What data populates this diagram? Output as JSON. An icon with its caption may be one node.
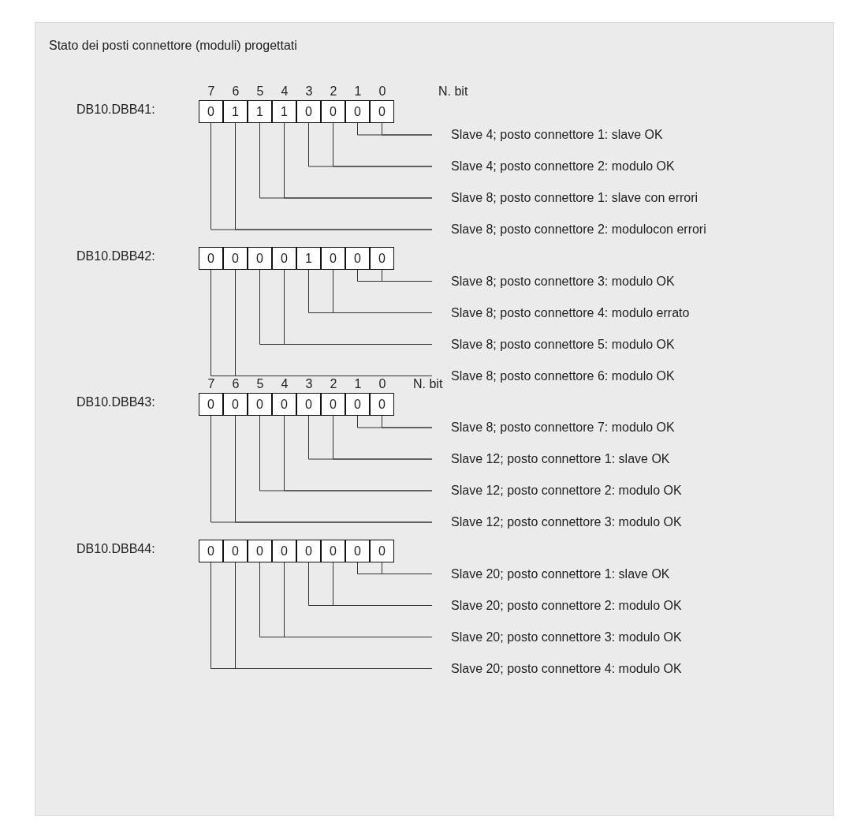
{
  "diagram": {
    "title": "Stato dei posti connettore (moduli) progettati",
    "nodes": [
      {
        "text": [
          "0"
        ]
      },
      {
        "text": [
          "1"
        ]
      },
      {
        "text": [
          "1"
        ]
      },
      {
        "text": [
          "1"
        ]
      },
      {
        "text": [
          "0"
        ]
      },
      {
        "text": [
          "0"
        ]
      },
      {
        "text": [
          "0"
        ]
      },
      {
        "text": [
          "0"
        ]
      },
      {
        "text": [
          "Slave 4; posto connettore 1: slave OK"
        ]
      },
      {
        "text": [
          "Slave 4; posto connettore 2: modulo OK"
        ]
      },
      {
        "text": [
          "Slave 8; posto connettore 1: slave con errori"
        ]
      },
      {
        "text": [
          "Slave 8; posto connettore 2: modulocon errori"
        ]
      },
      {
        "text": [
          "0"
        ]
      },
      {
        "text": [
          "0"
        ]
      },
      {
        "text": [
          "0"
        ]
      },
      {
        "text": [
          "0"
        ]
      },
      {
        "text": [
          "1"
        ]
      },
      {
        "text": [
          "0"
        ]
      },
      {
        "text": [
          "0"
        ]
      },
      {
        "text": [
          "0"
        ]
      },
      {
        "text": [
          "Slave 8; posto connettore 3: modulo OK"
        ]
      },
      {
        "text": [
          "Slave 8; posto connettore 4: modulo errato"
        ]
      },
      {
        "text": [
          "Slave 8; posto connettore 5: modulo OK"
        ]
      },
      {
        "text": [
          "Slave 8; posto connettore 6: modulo OK"
        ]
      },
      {
        "text": [
          "0"
        ]
      },
      {
        "text": [
          "0"
        ]
      },
      {
        "text": [
          "0"
        ]
      },
      {
        "text": [
          "0"
        ]
      },
      {
        "text": [
          "0"
        ]
      },
      {
        "text": [
          "0"
        ]
      },
      {
        "text": [
          "0"
        ]
      },
      {
        "text": [
          "0"
        ]
      },
      {
        "text": [
          "Slave 8; posto connettore 7: modulo OK"
        ]
      },
      {
        "text": [
          "Slave 12; posto connettore 1: slave OK"
        ]
      },
      {
        "text": [
          "Slave 12; posto connettore 2: modulo OK"
        ]
      },
      {
        "text": [
          "Slave 12; posto connettore 3: modulo OK"
        ]
      },
      {
        "text": [
          "0"
        ]
      },
      {
        "text": [
          "0"
        ]
      },
      {
        "text": [
          "0"
        ]
      },
      {
        "text": [
          "0"
        ]
      },
      {
        "text": [
          "0"
        ]
      },
      {
        "text": [
          "0"
        ]
      },
      {
        "text": [
          "0"
        ]
      },
      {
        "text": [
          "0"
        ]
      },
      {
        "text": [
          "Slave 20; posto connettore 1: slave OK"
        ]
      },
      {
        "text": [
          "Slave 20; posto connettore 2: modulo OK"
        ]
      },
      {
        "text": [
          "Slave 20; posto connettore 3: modulo OK"
        ]
      },
      {
        "text": [
          "Slave 20; posto connettore 4: modulo OK"
        ]
      }
    ],
    "edges": [
      {
        "from": 6,
        "to": 8,
        "arrow": "none"
      },
      {
        "from": 7,
        "to": 8,
        "arrow": "none"
      },
      {
        "from": 4,
        "to": 9,
        "arrow": "none"
      },
      {
        "from": 5,
        "to": 9,
        "arrow": "none"
      },
      {
        "from": 2,
        "to": 10,
        "arrow": "none"
      },
      {
        "from": 3,
        "to": 10,
        "arrow": "none"
      },
      {
        "from": 0,
        "to": 11,
        "arrow": "none"
      },
      {
        "from": 1,
        "to": 11,
        "arrow": "none"
      },
      {
        "from": 18,
        "to": 20,
        "arrow": "none"
      },
      {
        "from": 19,
        "to": 20,
        "arrow": "none"
      },
      {
        "from": 16,
        "to": 21,
        "arrow": "none"
      },
      {
        "from": 17,
        "to": 21,
        "arrow": "none"
      },
      {
        "from": 14,
        "to": 22,
        "arrow": "none"
      },
      {
        "from": 15,
        "to": 22,
        "arrow": "none"
      },
      {
        "from": 12,
        "to": 23,
        "arrow": "none"
      },
      {
        "from": 13,
        "to": 23,
        "arrow": "none"
      },
      {
        "from": 30,
        "to": 32,
        "arrow": "none"
      },
      {
        "from": 31,
        "to": 32,
        "arrow": "none"
      },
      {
        "from": 28,
        "to": 33,
        "arrow": "none"
      },
      {
        "from": 29,
        "to": 33,
        "arrow": "none"
      },
      {
        "from": 26,
        "to": 34,
        "arrow": "none"
      },
      {
        "from": 27,
        "to": 34,
        "arrow": "none"
      },
      {
        "from": 24,
        "to": 35,
        "arrow": "none"
      },
      {
        "from": 25,
        "to": 35,
        "arrow": "none"
      },
      {
        "from": 42,
        "to": 44,
        "arrow": "none"
      },
      {
        "from": 43,
        "to": 44,
        "arrow": "none"
      },
      {
        "from": 40,
        "to": 45,
        "arrow": "none"
      },
      {
        "from": 41,
        "to": 45,
        "arrow": "none"
      },
      {
        "from": 38,
        "to": 46,
        "arrow": "none"
      },
      {
        "from": 39,
        "to": 46,
        "arrow": "none"
      },
      {
        "from": 36,
        "to": 47,
        "arrow": "none"
      },
      {
        "from": 37,
        "to": 47,
        "arrow": "none"
      }
    ],
    "labels": [
      "7",
      "6",
      "5",
      "4",
      "3",
      "2",
      "1",
      "0",
      "N. bit",
      "DB10.DBB41:",
      "DB10.DBB42:",
      "7",
      "6",
      "5",
      "4",
      "3",
      "2",
      "1",
      "0",
      "N. bit",
      "DB10.DBB43:",
      "DB10.DBB44:"
    ]
  }
}
